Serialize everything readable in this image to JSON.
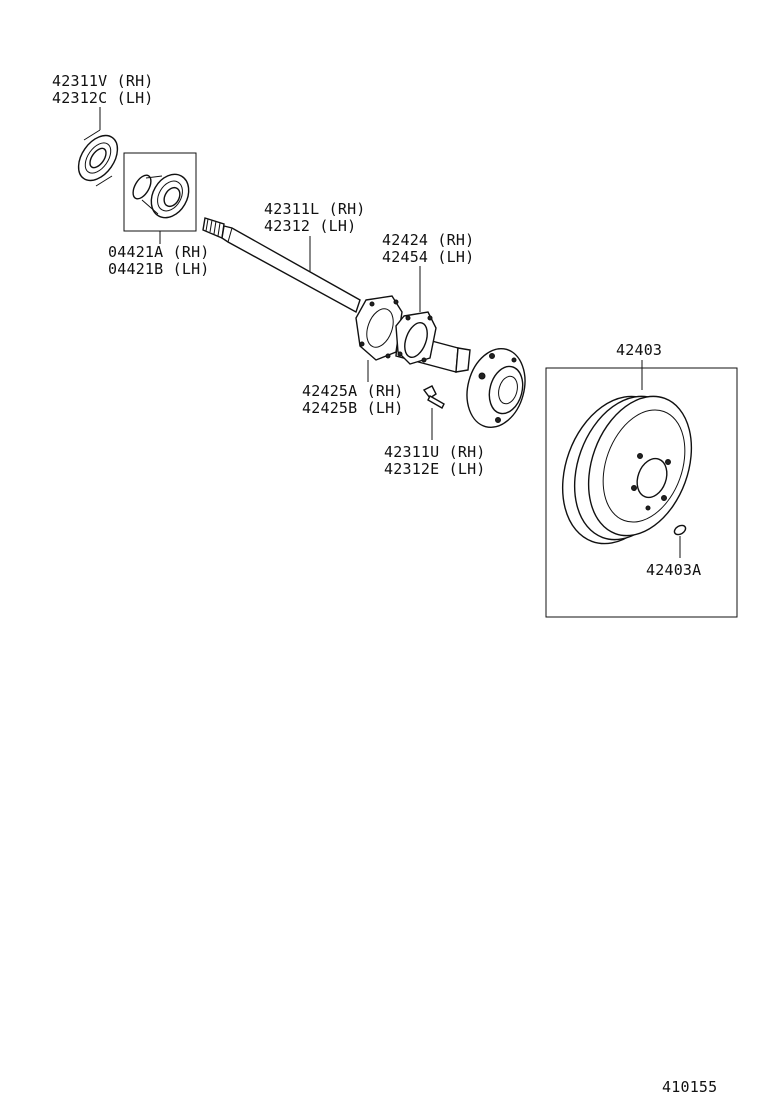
{
  "parts": {
    "oil_seal": {
      "rh": "42311V (RH)",
      "lh": "42312C (LH)"
    },
    "bearing": {
      "rh": "04421A (RH)",
      "lh": "04421B (LH)"
    },
    "axle_shaft": {
      "rh": "42311L (RH)",
      "lh": "42312  (LH)"
    },
    "bearing_retainer": {
      "rh": "42424 (RH)",
      "lh": "42454 (LH)"
    },
    "retainer_gasket": {
      "rh": "42425A (RH)",
      "lh": "42425B (LH)"
    },
    "hub_bolt": {
      "rh": "42311U (RH)",
      "lh": "42312E (LH)"
    },
    "brake_drum": {
      "number": "42403"
    },
    "drum_plug": {
      "number": "42403A"
    }
  },
  "diagram_number": "410155"
}
